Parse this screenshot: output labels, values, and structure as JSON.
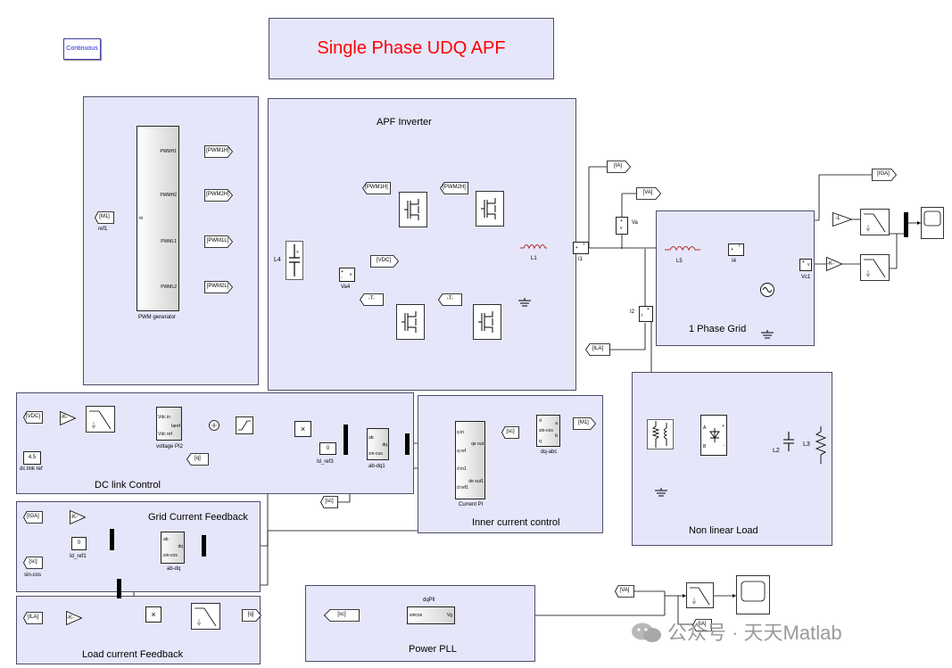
{
  "model": {
    "title": "Single Phase UDQ APF",
    "solver": "Continuous"
  },
  "subsystem_titles": {
    "apf_inverter": "APF Inverter",
    "one_phase_grid": "1 Phase Grid",
    "dc_link_control": "DC link Control",
    "grid_current_feedback": "Grid Current Feedback",
    "load_current_feedback": "Load current Feedback",
    "inner_current_control": "Inner current control",
    "non_linear_load": "Non linear Load",
    "power_pll": "Power PLL"
  },
  "pwm_generator": {
    "name": "PWM generator",
    "input_tag": "[M1]",
    "input_label": "ref1",
    "input_port": "m",
    "output_ports": [
      "PWMH1",
      "PWMH2",
      "PWML1",
      "PWML2"
    ],
    "output_tags": [
      "[PWM1H]",
      "[PWM2H]",
      "[PWM1L]",
      "[PWM2L]"
    ]
  },
  "apf_inverter": {
    "from_pwm1h": "[PWM1H]",
    "from_pwm2h": "[PWM2H]",
    "from_t1": "-T-",
    "from_t2": "-T-",
    "capacitor": "L4",
    "vsensor": "Va4",
    "vdc_tag": "[VDC]",
    "inductor": "L1",
    "current_meas": "I1",
    "ia_tag": "[IA]",
    "va_tag": "[VA]",
    "va_meas": "Va",
    "i2_meas": "I2",
    "ila_tag": "[ILA]",
    "port_v": "v",
    "port_i": "i",
    "port_plus": "+",
    "port_minus": "-"
  },
  "grid": {
    "inductor": "L5",
    "current_meas": "I4",
    "iga_tag": "[IGA]",
    "vc_meas": "Vc1",
    "gain1": "-1",
    "gain2": "-K-"
  },
  "dc_link": {
    "vdc_from": "[VDC]",
    "gain": "-K-",
    "const": "4.5",
    "const_label": "dc link ref",
    "pi_ports": [
      "Vdc in",
      "Vdc ref",
      "Iaref"
    ],
    "pi_name": "voltage PI2",
    "q_from": "[q]",
    "product": "×",
    "id_const": "0",
    "id_label": "Id_ref3",
    "abdq_ports": [
      "ab",
      "sin-cos",
      "dq"
    ],
    "abdq_name": "ab-dq1",
    "sum_signs": "+ -"
  },
  "grid_fb": {
    "iga_from": "[IGA]",
    "gain": "-K-",
    "zero": "0",
    "zero_label": "Id_ref1",
    "sc_from": "[sc]",
    "sc_label": "sin-cos",
    "abdq_ports": [
      "ab",
      "sin-cos",
      "dq"
    ],
    "abdq_name": "ab-dq"
  },
  "load_fb": {
    "ila_from": "[ILA]",
    "gain": "-K-",
    "product": "×",
    "q_goto": "[q]"
  },
  "inner_current": {
    "pi_ports_in": [
      "q in",
      "q ref",
      "d in1",
      "d ref1"
    ],
    "pi_ports_out": [
      "qe out",
      "de out1"
    ],
    "pi_name": "Current PI",
    "sc_from": "[sc]",
    "sc_from2": "[sc]",
    "dqabc_ports": [
      "d",
      "sin-cos",
      "q",
      "a",
      "b"
    ],
    "dqabc_name": "dq-abc",
    "m1_goto": "[M1]"
  },
  "nonlinear_load": {
    "bridge_ports": [
      "A",
      "B",
      "+",
      "-"
    ],
    "cap": "L2",
    "res": "L3"
  },
  "pll": {
    "sc_goto": "[sc]",
    "block_name": "dqPll",
    "in_port": "Vg",
    "out_port": "sincos",
    "va_from": "[VA]",
    "ia_from": "[IA]"
  },
  "watermark": "公众号 · 天天Matlab"
}
